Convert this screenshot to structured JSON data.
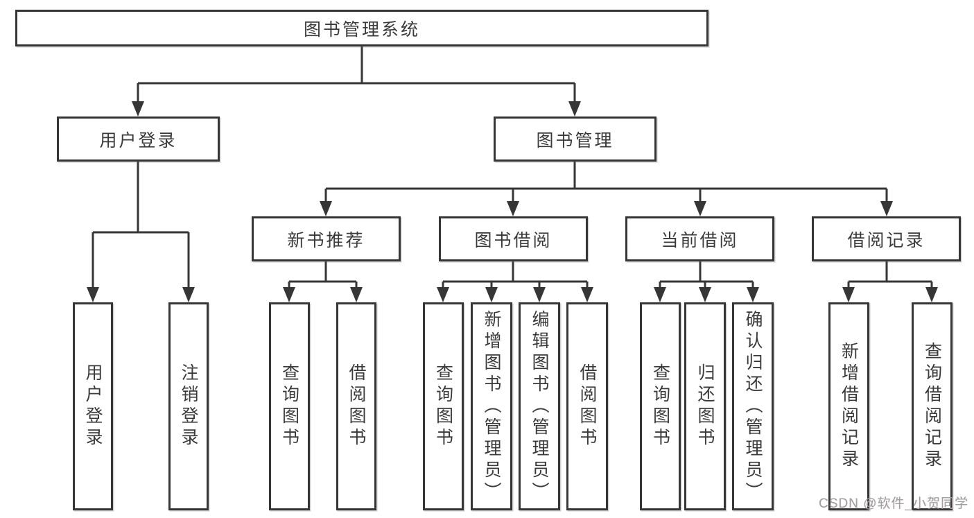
{
  "tree": {
    "root": {
      "label": "图书管理系统"
    },
    "branches": [
      {
        "label": "用户登录",
        "children": [
          {
            "label": "用户登录"
          },
          {
            "label": "注销登录"
          }
        ]
      },
      {
        "label": "图书管理",
        "children": [
          {
            "label": "新书推荐",
            "children": [
              {
                "label": "查询图书"
              },
              {
                "label": "借阅图书"
              }
            ]
          },
          {
            "label": "图书借阅",
            "children": [
              {
                "label": "查询图书"
              },
              {
                "label": "新增图书（管理员）"
              },
              {
                "label": "编辑图书（管理员）"
              },
              {
                "label": "借阅图书"
              }
            ]
          },
          {
            "label": "当前借阅",
            "children": [
              {
                "label": "查询图书"
              },
              {
                "label": "归还图书"
              },
              {
                "label": "确认归还（管理员）"
              }
            ]
          },
          {
            "label": "借阅记录",
            "children": [
              {
                "label": "新增借阅记录"
              },
              {
                "label": "查询借阅记录"
              }
            ]
          }
        ]
      }
    ]
  },
  "watermark": {
    "text": "CSDN @软件_小贺同学",
    "color": "#9f9f9f"
  },
  "colors": {
    "line": "#363636",
    "text": "#3a3a3a",
    "box_bg": "#ffffff"
  }
}
